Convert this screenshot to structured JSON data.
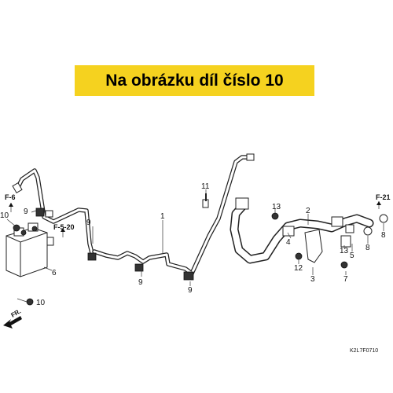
{
  "banner": {
    "text": "Na obrázku díl číslo 10"
  },
  "callouts": {
    "c1": "1",
    "c2": "2",
    "c3": "3",
    "c4": "4",
    "c5": "5",
    "c6": "6",
    "c7": "7",
    "c8a": "8",
    "c8b": "8",
    "c9a": "9",
    "c9b": "9",
    "c9c": "9",
    "c9d": "9",
    "c10a": "10",
    "c10b": "10",
    "c11": "11",
    "c12": "12",
    "c13a": "13",
    "c13b": "13"
  },
  "refs": {
    "f6": "F-6",
    "f520": "F-5-20",
    "f21": "F-21"
  },
  "direction": {
    "label": "FR."
  },
  "diagram_code": "K2L7F0710",
  "colors": {
    "banner": "#f5d21f",
    "lines": "#222222"
  }
}
